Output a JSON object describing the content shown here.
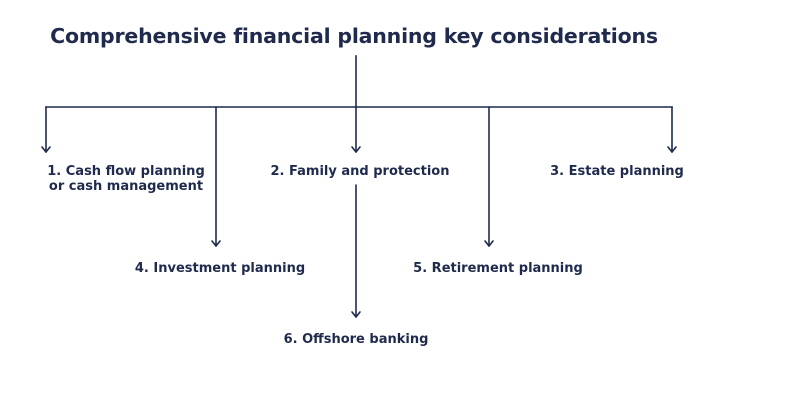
{
  "diagram": {
    "title": "Comprehensive financial planning key considerations",
    "colors": {
      "line": "#1f2a4d",
      "text": "#1f2a4d",
      "background": "#ffffff"
    },
    "nodes": [
      {
        "id": "cash-flow",
        "lines": [
          "1. Cash flow planning",
          "or cash management"
        ]
      },
      {
        "id": "family",
        "lines": [
          "2. Family and protection"
        ]
      },
      {
        "id": "estate",
        "lines": [
          "3. Estate planning"
        ]
      },
      {
        "id": "investment",
        "lines": [
          "4. Investment planning"
        ]
      },
      {
        "id": "retirement",
        "lines": [
          "5. Retirement planning"
        ]
      },
      {
        "id": "offshore",
        "lines": [
          "6. Offshore banking"
        ]
      }
    ],
    "edges": [
      {
        "from": "title",
        "to": "cash-flow"
      },
      {
        "from": "title",
        "to": "investment"
      },
      {
        "from": "title",
        "to": "family"
      },
      {
        "from": "title",
        "to": "retirement"
      },
      {
        "from": "title",
        "to": "estate"
      },
      {
        "from": "family",
        "to": "offshore"
      }
    ]
  }
}
